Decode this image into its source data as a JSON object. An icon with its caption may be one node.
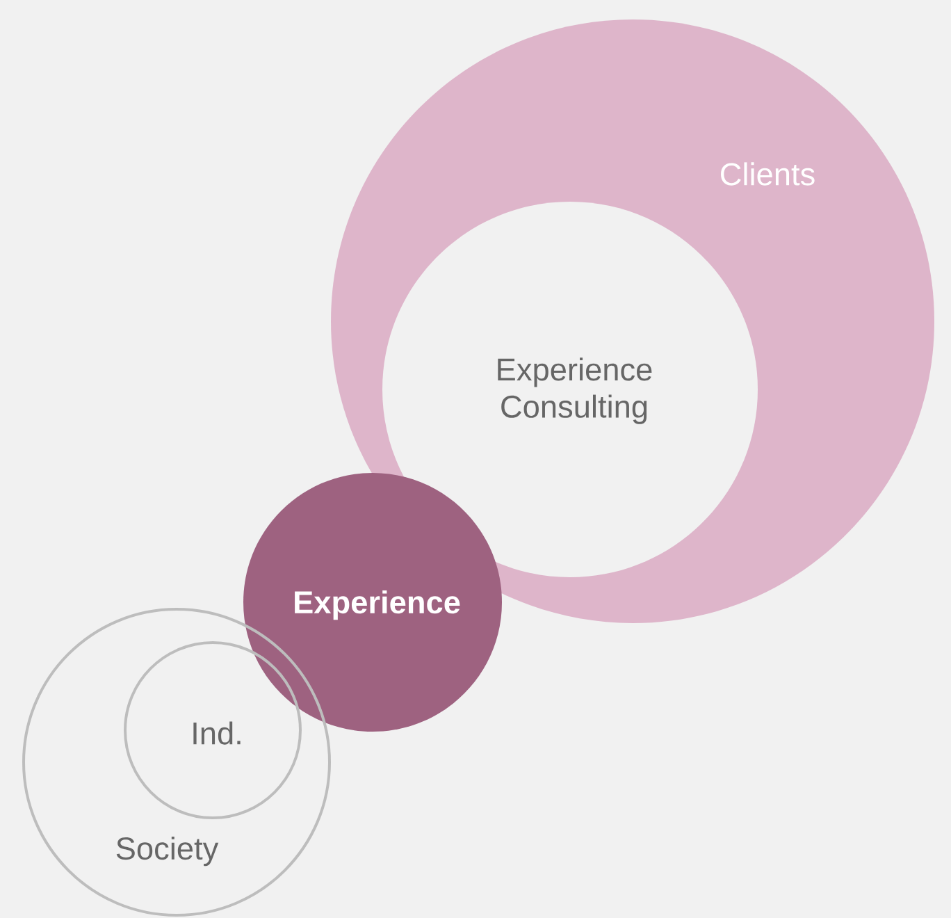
{
  "diagram": {
    "nodes": [
      {
        "text": [
          "Clients"
        ]
      },
      {
        "text": [
          "Experience Consulting"
        ],
        "in": 0
      },
      {
        "text": [
          "Experience"
        ]
      },
      {
        "text": [
          "Society"
        ]
      },
      {
        "text": [
          "Ind."
        ],
        "in": 3
      }
    ]
  }
}
